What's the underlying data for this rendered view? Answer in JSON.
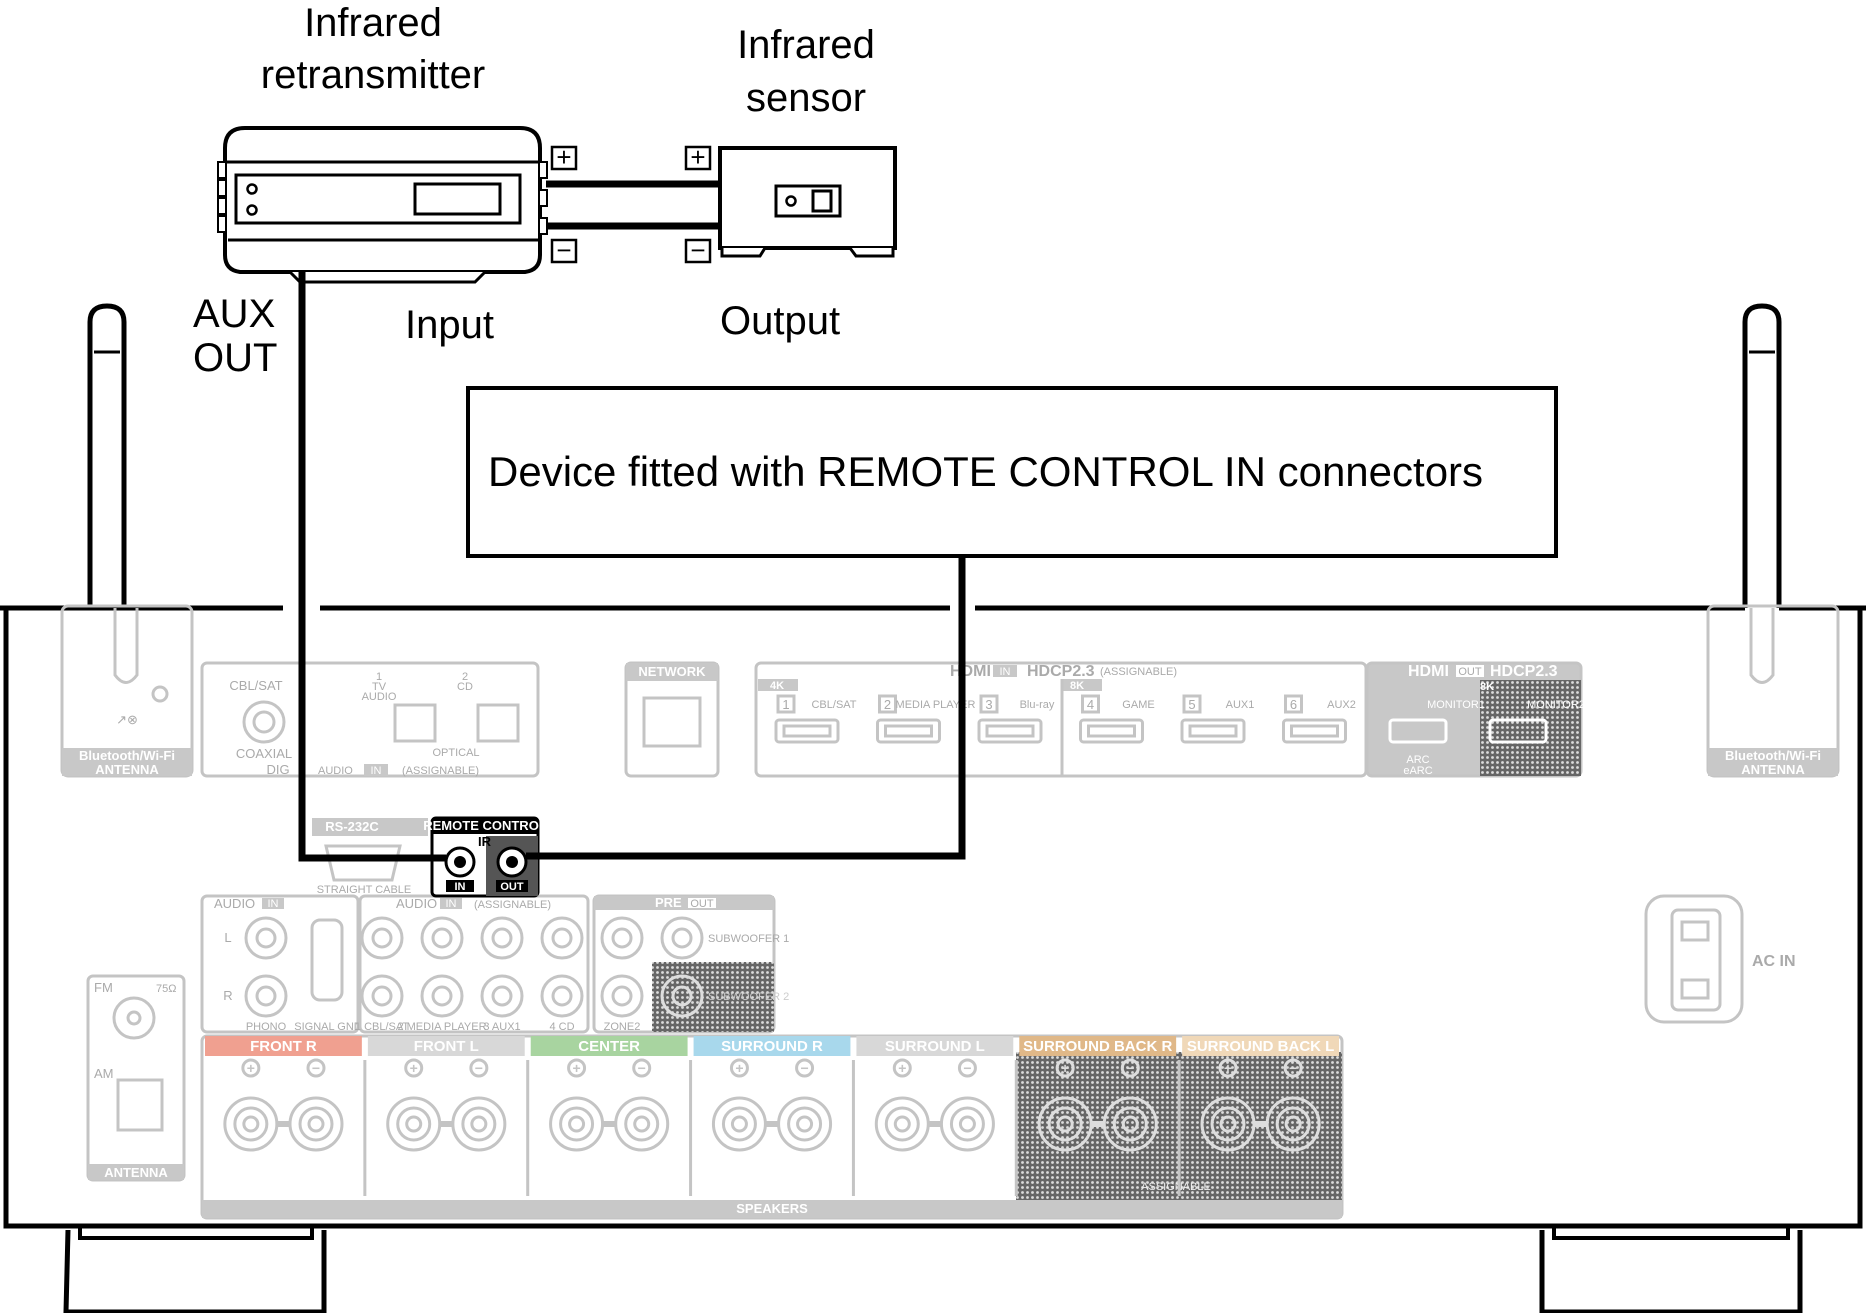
{
  "labels": {
    "retransmitter": [
      "Infrared",
      "retransmitter"
    ],
    "sensor": [
      "Infrared",
      "sensor"
    ],
    "aux_out": [
      "AUX",
      "OUT"
    ],
    "input": "Input",
    "output": "Output",
    "plus": "+",
    "minus": "−",
    "callout": "Device fitted with REMOTE CONTROL IN connectors"
  },
  "panel": {
    "bt_antenna": [
      "Bluetooth/Wi-Fi",
      "ANTENNA"
    ],
    "digital": {
      "cbl_sat": "CBL/SAT",
      "coaxial": "COAXIAL",
      "tv_num": "1",
      "tv": "TV",
      "tv_audio": "AUDIO",
      "cd_num": "2",
      "cd": "CD",
      "optical": "OPTICAL",
      "dig": "DIG",
      "audio_in": "AUDIO",
      "in": "IN",
      "assignable": "(ASSIGNABLE)"
    },
    "network": "NETWORK",
    "hdmi_in": {
      "title": "HDMI",
      "in": "IN",
      "hdcp": "HDCP2.3",
      "assignable": "(ASSIGNABLE)",
      "k4": "4K",
      "k8": "8K",
      "ports": [
        {
          "num": "1",
          "name": "CBL/SAT"
        },
        {
          "num": "2",
          "name": "MEDIA PLAYER"
        },
        {
          "num": "3",
          "name": "Blu-ray"
        },
        {
          "num": "4",
          "name": "GAME"
        },
        {
          "num": "5",
          "name": "AUX1"
        },
        {
          "num": "6",
          "name": "AUX2"
        }
      ]
    },
    "hdmi_out": {
      "title": "HDMI",
      "out": "OUT",
      "hdcp": "HDCP2.3",
      "k8": "8K",
      "monitor1": "MONITOR1",
      "monitor2": "MONITOR2",
      "arc": "ARC",
      "earc": "eARC"
    },
    "rs232c": "RS-232C",
    "straight_cable": "STRAIGHT CABLE",
    "remote": {
      "title": "REMOTE CONTROL",
      "ir": "IR",
      "in": "IN",
      "out": "OUT"
    },
    "audio_in1": {
      "title": "AUDIO",
      "in": "IN",
      "l": "L",
      "r": "R",
      "phono": "PHONO",
      "signal_gnd": "SIGNAL GND"
    },
    "audio_in2": {
      "title": "AUDIO",
      "in": "IN",
      "assignable": "(ASSIGNABLE)",
      "inputs": [
        "1 CBL/SAT",
        "2 MEDIA PLAYER",
        "3 AUX1",
        "4 CD"
      ]
    },
    "pre_out": {
      "title": "PRE",
      "out": "OUT",
      "zone2": "ZONE2",
      "sub1": "SUBWOOFER 1",
      "sub2": "SUBWOOFER 2"
    },
    "antenna": {
      "fm": "FM",
      "ohm": "75Ω",
      "am": "AM",
      "label": "ANTENNA"
    },
    "speakers": {
      "label": "SPEAKERS",
      "assignable": "ASSIGNABLE",
      "groups": [
        {
          "name": "FRONT",
          "side": "R",
          "color": "#f0a090"
        },
        {
          "name": "FRONT",
          "side": "L",
          "color": "#d8d8d8"
        },
        {
          "name": "CENTER",
          "side": "",
          "color": "#a8d4a0"
        },
        {
          "name": "SURROUND",
          "side": "R",
          "color": "#a8d8ec"
        },
        {
          "name": "SURROUND",
          "side": "L",
          "color": "#d8d8d8"
        },
        {
          "name": "SURROUND BACK",
          "side": "R",
          "color": "#e0b888"
        },
        {
          "name": "SURROUND BACK",
          "side": "L",
          "color": "#f0d8b8"
        }
      ]
    },
    "ac_in": "AC IN"
  }
}
